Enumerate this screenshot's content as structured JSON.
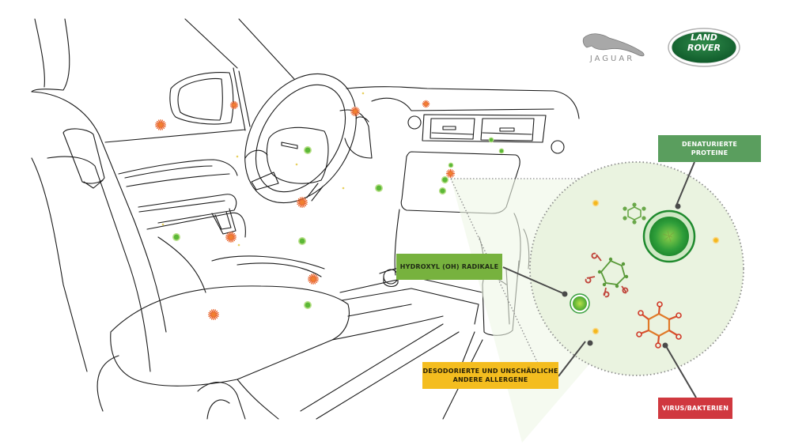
{
  "brands": {
    "jaguar": "JAGUAR",
    "land_rover_line1": "LAND",
    "land_rover_line2": "ROVER"
  },
  "labels": {
    "proteins": {
      "line1": "DENATURIERTE",
      "line2": "PROTEINE",
      "color": "#5a9e5e"
    },
    "hydroxyl": {
      "line1": "HYDROXYL (OH) RADIKALE",
      "color": "#77b23e"
    },
    "deodorized": {
      "line1": "DESODORIERTE UND UNSCHÄDLICHE",
      "line2": "ANDERE ALLERGENE",
      "color": "#f4bd1f"
    },
    "virus": {
      "line1": "VIRUS/BAKTERIEN",
      "color": "#d0383f"
    }
  },
  "colors": {
    "line_art": "#1a1a1a",
    "magnifier_fill": "#eaf3e0",
    "virus_orange": "#e8622a",
    "radical_green": "#6cc04a",
    "allergen_yellow": "#f4b81e",
    "leader_line": "#4a4a4a"
  }
}
